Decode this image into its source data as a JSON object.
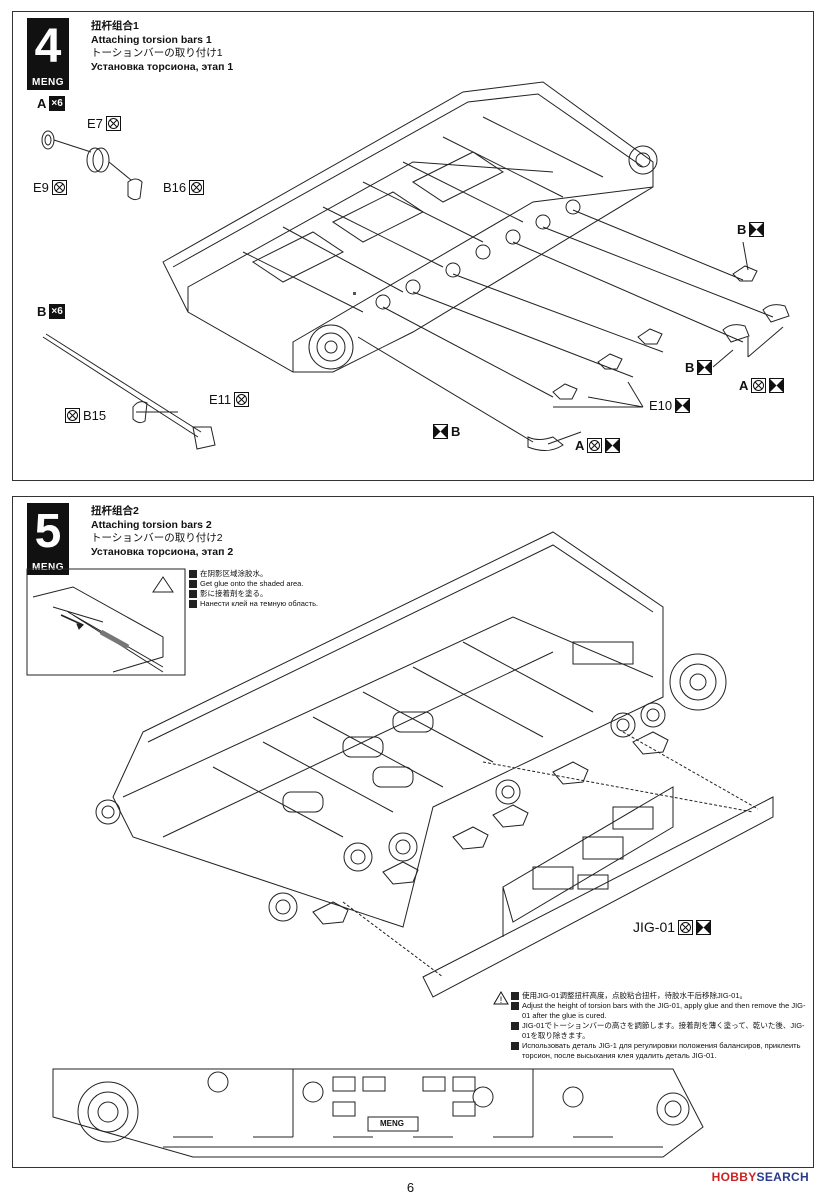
{
  "page_number": "6",
  "watermark": {
    "part1": "HOBBY",
    "part2": "SEARCH"
  },
  "brand": "MENG",
  "step4": {
    "number": "4",
    "title_cn": "扭杆组合1",
    "title_en": "Attaching torsion bars 1",
    "title_jp": "トーションバーの取り付け1",
    "title_ru": "Установка торсиона, этап 1",
    "group_a": "A",
    "group_a_qty": "×6",
    "group_b": "B",
    "group_b_qty": "×6",
    "parts": {
      "e7": "E7",
      "e9": "E9",
      "b16": "B16",
      "e11": "E11",
      "b15": "B15",
      "e10": "E10"
    },
    "callouts": {
      "b_top": "B",
      "b_mid": "B",
      "a_right": "A",
      "b_bottom": "B",
      "a_bottom": "A"
    }
  },
  "step5": {
    "number": "5",
    "title_cn": "扭杆组合2",
    "title_en": "Attaching torsion bars 2",
    "title_jp": "トーションバーの取り付け2",
    "title_ru": "Установка торсиона, этап 2",
    "glue_note": {
      "cn": "在阴影区域涂胶水。",
      "en": "Get glue onto the shaded area.",
      "jp": "影に接着剤を塗る。",
      "ru": "Нанести клей на темную область."
    },
    "jig_label": "JIG-01",
    "jig_note": {
      "cn": "使用JIG-01调整扭杆高度，点胶粘合扭杆，待胶水干后移除JIG-01。",
      "en": "Adjust the height of torsion bars with the JIG-01, apply glue and then remove the JIG-01 after the glue is cured.",
      "jp": "JIG-01でトーションバーの高さを調節します。接着剤を薄く塗って、乾いた後、JIG-01を取り除きます。",
      "ru": "Использовать деталь JIG-1 для регулировки положения балансиров, приклеить торсион, после высыхания клея удалить деталь JIG-01."
    },
    "hull_plate_text": "MENG"
  }
}
